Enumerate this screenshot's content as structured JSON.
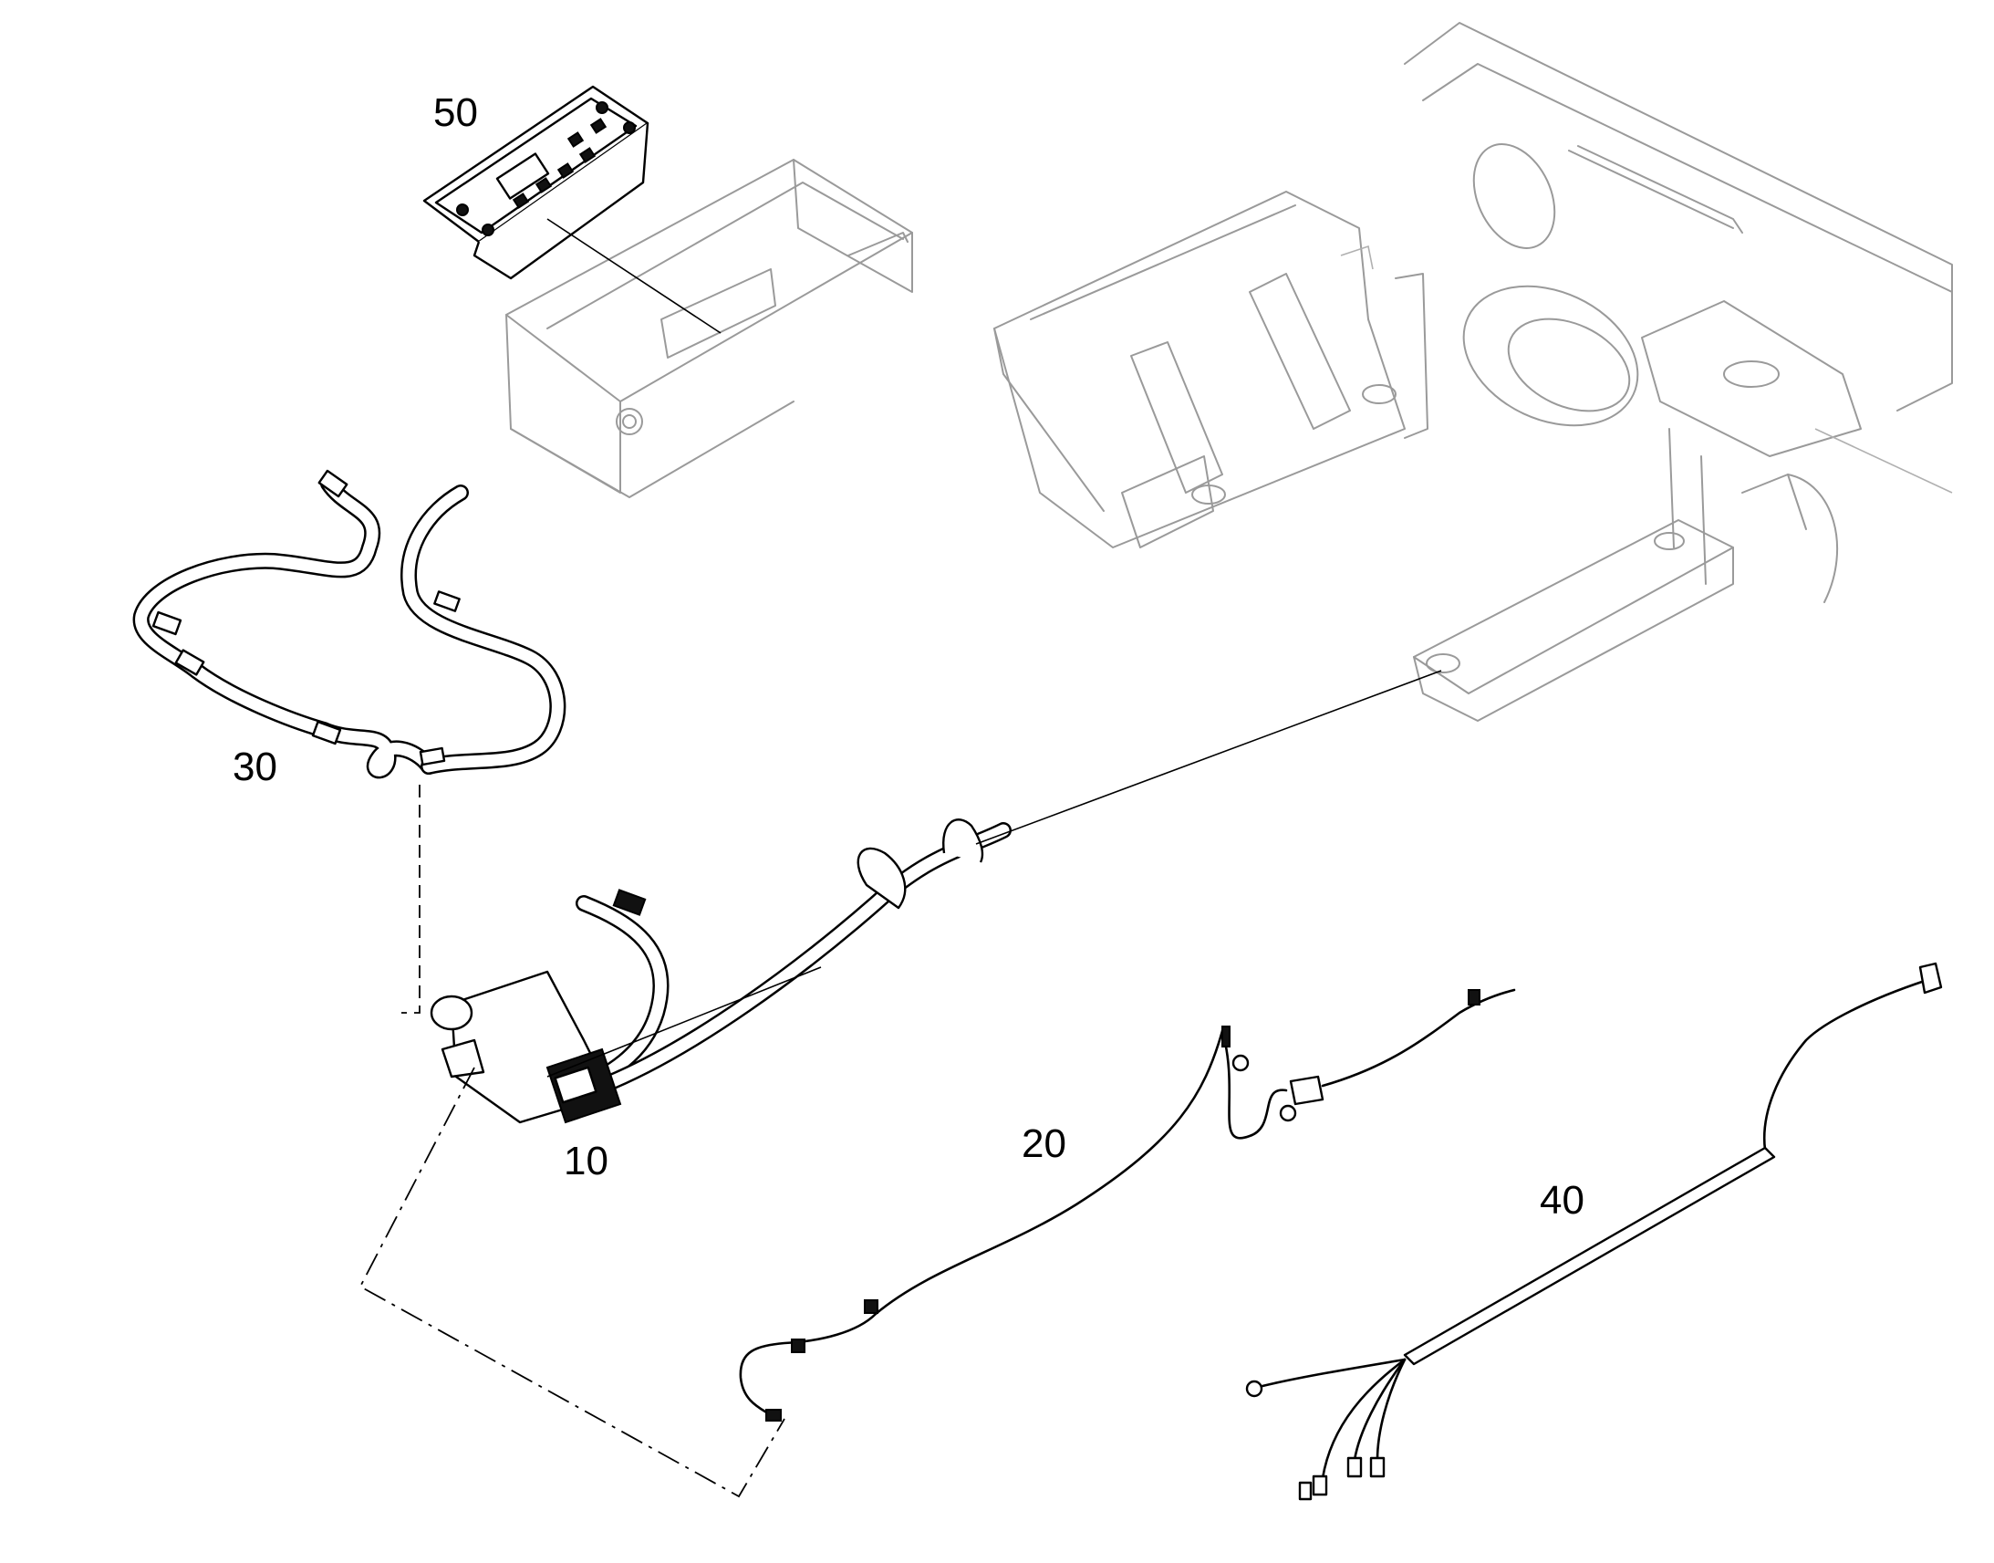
{
  "diagram": {
    "callouts": [
      {
        "id": "heater",
        "text": "10"
      },
      {
        "id": "harness",
        "text": "20"
      },
      {
        "id": "hoses",
        "text": "30"
      },
      {
        "id": "cable",
        "text": "40"
      },
      {
        "id": "control-panel",
        "text": "50"
      }
    ]
  }
}
